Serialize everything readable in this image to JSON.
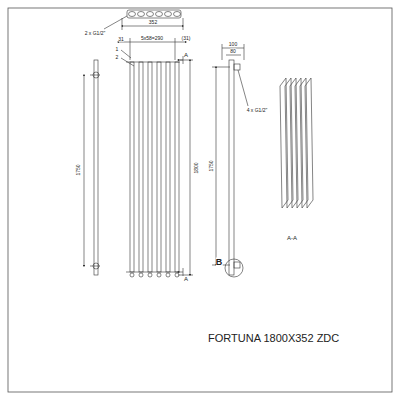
{
  "diagram": {
    "title": "FORTUNA 1800X352 ZDC",
    "labels": [
      "2 x G1/2\"",
      "352",
      "31",
      "1",
      "2",
      "5x58=290",
      "(31)",
      "A",
      "A",
      "1750",
      "1800",
      "100",
      "80",
      "4 x G1/2\"",
      "1750",
      "B",
      "A-A"
    ]
  }
}
